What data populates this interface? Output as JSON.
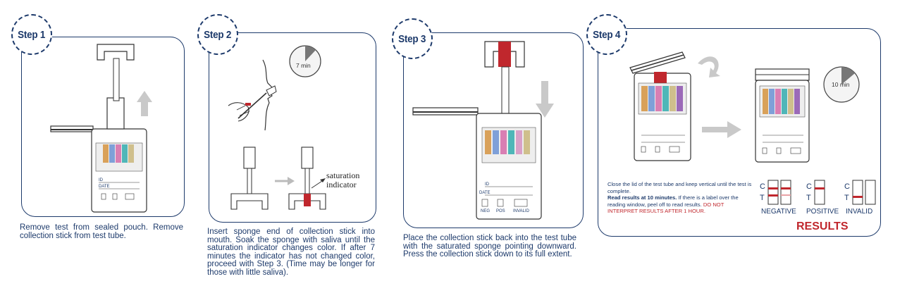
{
  "steps": [
    {
      "badge": "Step 1",
      "caption": "Remove test from sealed pouch. Remove collection stick from test tube."
    },
    {
      "badge": "Step 2",
      "caption": "Insert sponge end of collection stick into mouth. Soak the sponge with saliva until the saturation indicator changes color. If after 7 minutes the indicator has not changed color, proceed with Step 3. (Time may be longer for those with little saliva).",
      "timer": "7 min",
      "annotation": "saturation indicator"
    },
    {
      "badge": "Step 3",
      "caption": "Place the collection stick back into the test tube with the saturated sponge pointing downward. Press the collection stick down to its full extent."
    },
    {
      "badge": "Step 4",
      "timer": "10 min",
      "text_part1": "Close the lid of the test tube and keep vertical until the test is complete.",
      "text_bold": "Read results at 10 minutes.",
      "text_part2": "If there is a label over the reading window, peel off to read results.",
      "text_red": "DO NOT INTERPRET RESULTS AFTER 1 HOUR.",
      "results_title": "RESULTS",
      "result_labels": [
        "NEGATIVE",
        "POSITIVE",
        "INVALID"
      ],
      "line_labels": {
        "c": "C",
        "t": "T"
      }
    }
  ],
  "device": {
    "id": "ID",
    "date": "DATE",
    "neg": "NEG",
    "pos": "POS",
    "invalid": "INVALID"
  },
  "colors": {
    "navy": "#1d3a6b",
    "red": "#c0272d",
    "strips": [
      "#d9a15a",
      "#7fa0d8",
      "#d97fb3",
      "#4fb6b8",
      "#cfbf8c",
      "#9b6ab8"
    ]
  }
}
